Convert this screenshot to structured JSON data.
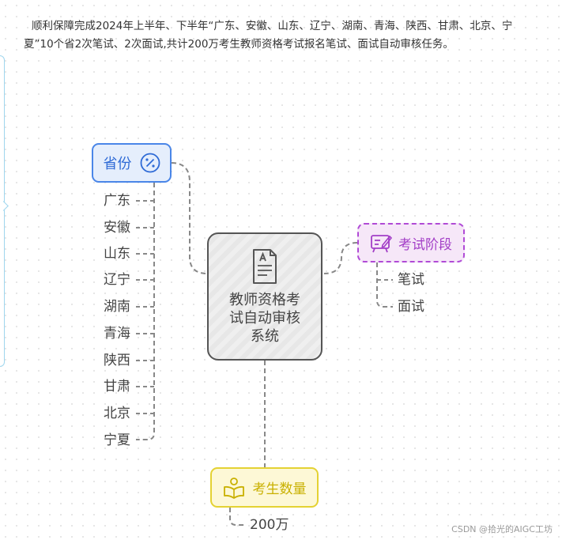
{
  "intro": "顺利保障完成2024年上半年、下半年“广东、安徽、山东、辽宁、湖南、青海、陕西、甘肃、北京、宁夏”10个省2次笔试、2次面试,共计200万考生教师资格考试报名笔试、面试自动审核任务。",
  "center": {
    "label": "教师资格考试自动审核系统",
    "icon": "document-icon"
  },
  "province": {
    "label": "省份",
    "icon": "percent-icon",
    "items": [
      "广东",
      "安徽",
      "山东",
      "辽宁",
      "湖南",
      "青海",
      "陕西",
      "甘肃",
      "北京",
      "宁夏"
    ]
  },
  "stage": {
    "label": "考试阶段",
    "icon": "whiteboard-icon",
    "items": [
      "笔试",
      "面试"
    ]
  },
  "count": {
    "label": "考生数量",
    "icon": "reader-icon",
    "items": [
      "200万"
    ]
  },
  "colors": {
    "province": "#4a86e8",
    "stage": "#b04ad6",
    "count": "#e4d233",
    "center": "#555555"
  },
  "watermark": "CSDN @拾光的AIGC工坊"
}
